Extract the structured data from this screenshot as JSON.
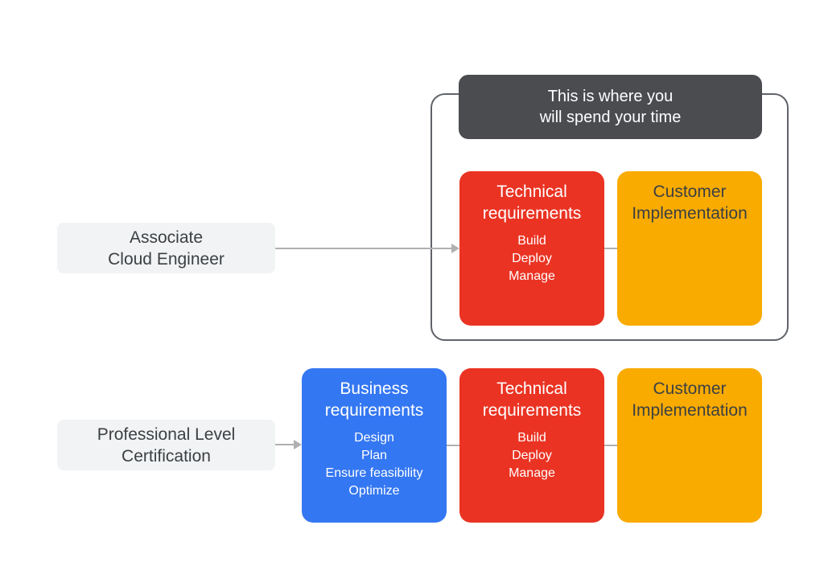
{
  "banner": {
    "line1": "This is where you",
    "line2": "will spend your time"
  },
  "associate": {
    "line1": "Associate",
    "line2": "Cloud Engineer"
  },
  "professional": {
    "line1": "Professional Level",
    "line2": "Certification"
  },
  "row1": {
    "technical": {
      "line1": "Technical",
      "line2": "requirements",
      "items": [
        "Build",
        "Deploy",
        "Manage"
      ]
    },
    "customer": {
      "line1": "Customer",
      "line2": "Implementation"
    }
  },
  "row2": {
    "business": {
      "line1": "Business",
      "line2": "requirements",
      "items": [
        "Design",
        "Plan",
        "Ensure feasibility",
        "Optimize"
      ]
    },
    "technical": {
      "line1": "Technical",
      "line2": "requirements",
      "items": [
        "Build",
        "Deploy",
        "Manage"
      ]
    },
    "customer": {
      "line1": "Customer",
      "line2": "Implementation"
    }
  },
  "colors": {
    "red": "#ea3323",
    "blue": "#3477f2",
    "yellow": "#f9ab00",
    "dark": "#4a4c50",
    "pill": "#f1f3f4"
  }
}
